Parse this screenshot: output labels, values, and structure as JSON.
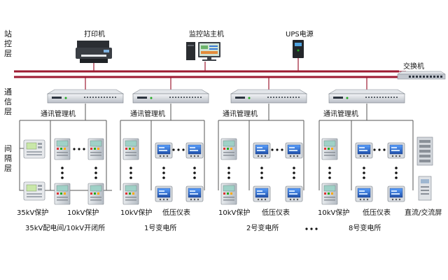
{
  "layers": {
    "station": [
      "站",
      "控",
      "层"
    ],
    "comm": [
      "通",
      "信",
      "层"
    ],
    "bay": [
      "间",
      "隔",
      "层"
    ]
  },
  "devices": {
    "printer": "打印机",
    "host": "监控站主机",
    "ups": "UPS电源",
    "switch": "交换机"
  },
  "comm_manager": "通讯管理机",
  "groups": [
    {
      "left_label": "35kV保护",
      "right_label": "10kV保护",
      "title": "35kV配电间/10kV开闭所"
    },
    {
      "left_label": "10kV保护",
      "right_label": "低压仪表",
      "title": "1号变电所"
    },
    {
      "left_label": "10kV保护",
      "right_label": "低压仪表",
      "title": "2号变电所"
    },
    {
      "left_label": "10kV保护",
      "right_label": "低压仪表",
      "title": "8号变电所",
      "extra_label": "直流/交流屏"
    }
  ],
  "colors": {
    "bus": "#9e1b32",
    "wire": "#555555",
    "panel": "#cfd4da",
    "screen": "#3a7bd5"
  }
}
